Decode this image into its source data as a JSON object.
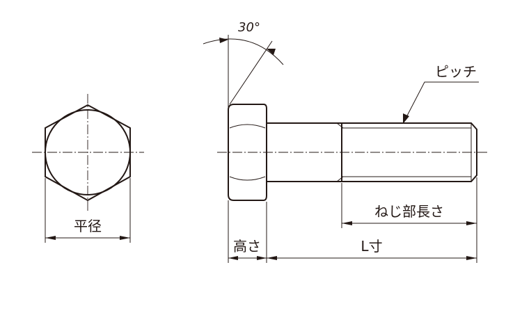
{
  "labels": {
    "angle": "30°",
    "pitch": "ピッチ",
    "across_flats": "平径",
    "thread_length": "ねじ部長さ",
    "head_height": "高さ",
    "length": "L寸"
  }
}
